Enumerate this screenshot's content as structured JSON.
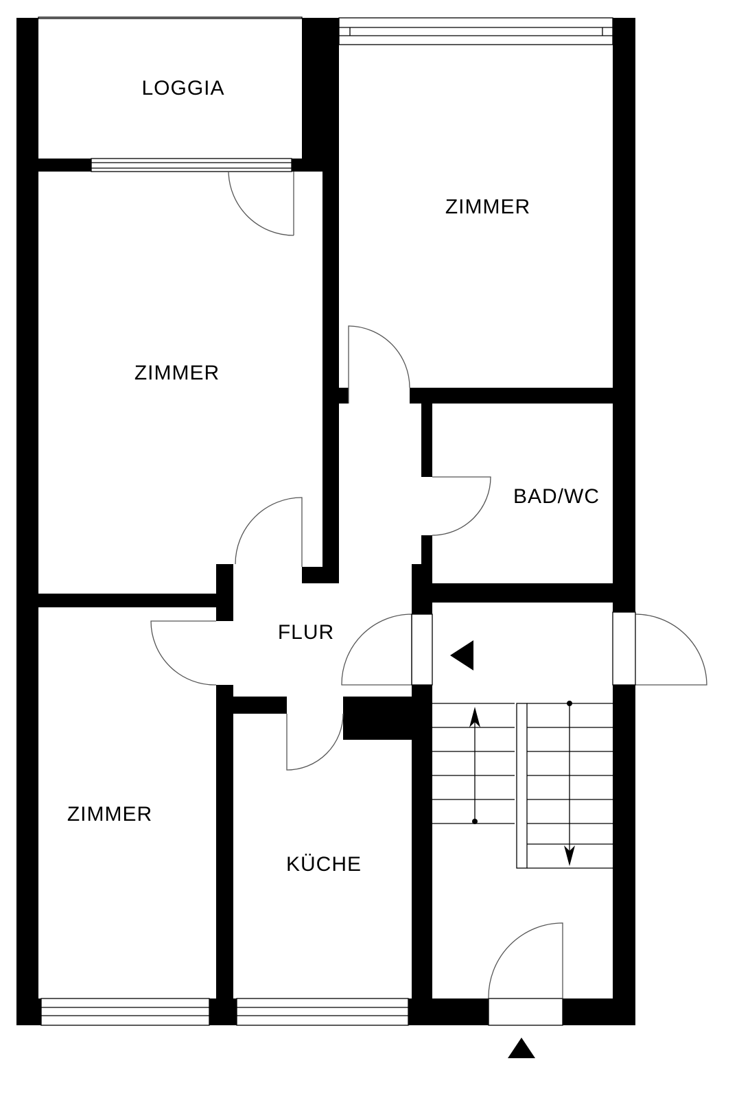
{
  "plan": {
    "rooms": [
      {
        "id": "loggia",
        "label": "LOGGIA"
      },
      {
        "id": "zimmer-top-right",
        "label": "ZIMMER"
      },
      {
        "id": "zimmer-left",
        "label": "ZIMMER"
      },
      {
        "id": "bad-wc",
        "label": "BAD/WC"
      },
      {
        "id": "flur",
        "label": "FLUR"
      },
      {
        "id": "zimmer-bottom-left",
        "label": "ZIMMER"
      },
      {
        "id": "kueche",
        "label": "KÜCHE"
      }
    ],
    "colors": {
      "wall": "#000000",
      "background": "#ffffff"
    }
  }
}
